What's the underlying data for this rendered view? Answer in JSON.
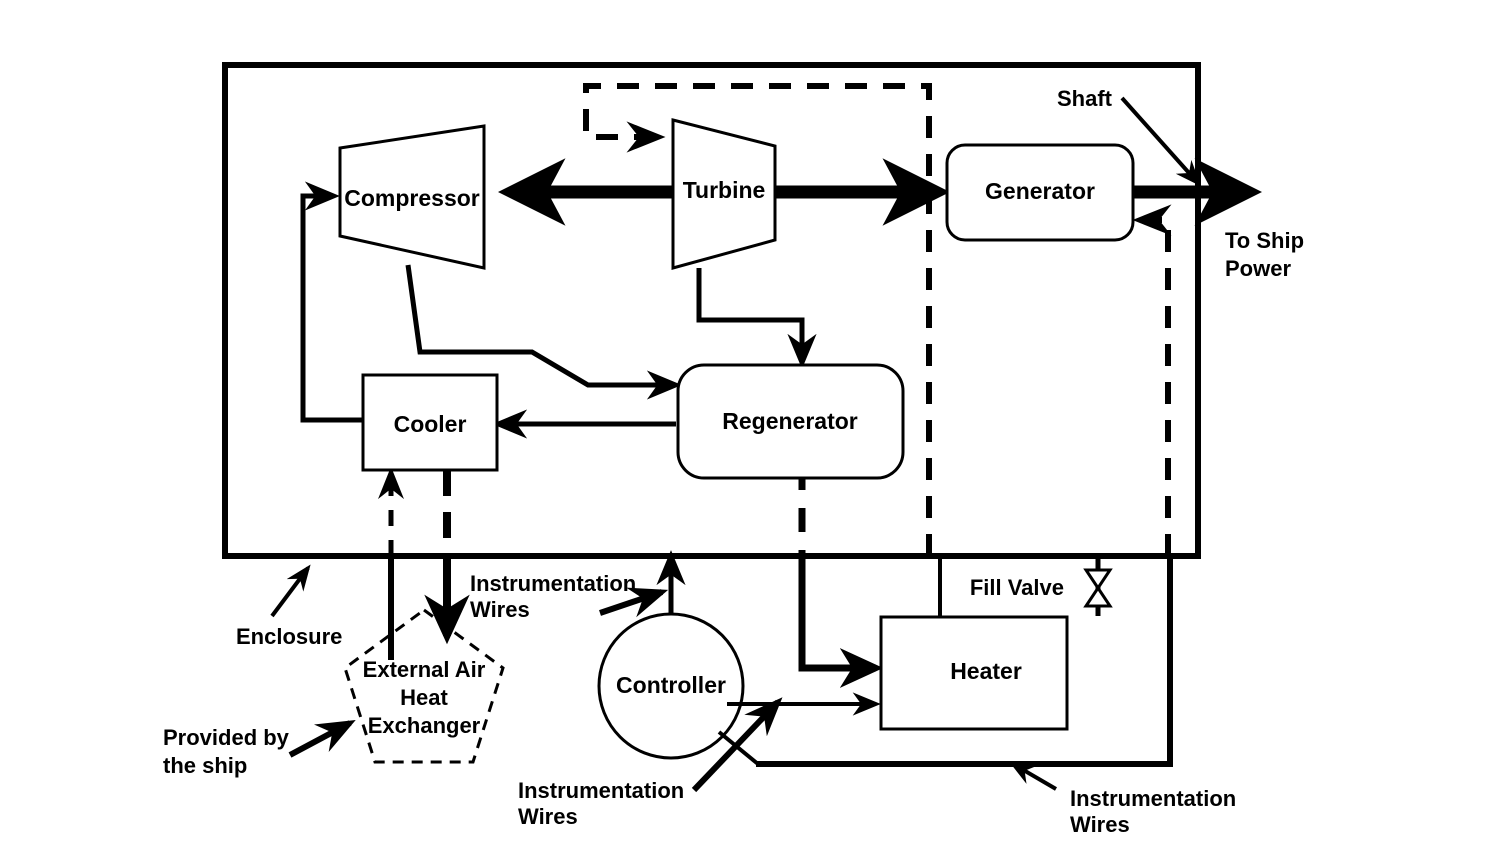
{
  "diagram": {
    "title": "Closed-cycle gas turbine power module block diagram",
    "colors": {
      "line": "#000000",
      "fill": "#ffffff",
      "background": "#ffffff"
    },
    "components": [
      {
        "id": "compressor",
        "label": "Compressor",
        "shape": "trapezoid"
      },
      {
        "id": "turbine",
        "label": "Turbine",
        "shape": "trapezoid"
      },
      {
        "id": "generator",
        "label": "Generator",
        "shape": "rounded-rect"
      },
      {
        "id": "cooler",
        "label": "Cooler",
        "shape": "rect"
      },
      {
        "id": "regenerator",
        "label": "Regenerator",
        "shape": "rounded-rect"
      },
      {
        "id": "heater",
        "label": "Heater",
        "shape": "rect"
      },
      {
        "id": "controller",
        "label": "Controller",
        "shape": "circle"
      },
      {
        "id": "external-air-heat-exchanger",
        "label": "External Air\nHeat\nExchanger",
        "shape": "pentagon-dashed"
      }
    ],
    "heat_exchanger_lines": [
      "External Air",
      "Heat",
      "Exchanger"
    ],
    "annotations": [
      {
        "id": "shaft",
        "label": "Shaft"
      },
      {
        "id": "to-ship-power",
        "lines": [
          "To Ship",
          "Power"
        ]
      },
      {
        "id": "enclosure",
        "label": "Enclosure"
      },
      {
        "id": "provided-by-the-ship",
        "lines": [
          "Provided by",
          "the ship"
        ]
      },
      {
        "id": "fill-valve",
        "label": "Fill Valve"
      },
      {
        "id": "instrumentation-wires-top",
        "lines": [
          "Instrumentation",
          "Wires"
        ]
      },
      {
        "id": "instrumentation-wires-controller",
        "lines": [
          "Instrumentation",
          "Wires"
        ]
      },
      {
        "id": "instrumentation-wires-bottom",
        "lines": [
          "Instrumentation",
          "Wires"
        ]
      }
    ],
    "labels": {
      "compressor": "Compressor",
      "turbine": "Turbine",
      "generator": "Generator",
      "cooler": "Cooler",
      "regenerator": "Regenerator",
      "heater": "Heater",
      "controller": "Controller",
      "hx_line1": "External Air",
      "hx_line2": "Heat",
      "hx_line3": "Exchanger",
      "shaft": "Shaft",
      "ship_power_1": "To Ship",
      "ship_power_2": "Power",
      "enclosure": "Enclosure",
      "provided_1": "Provided by",
      "provided_2": "the ship",
      "fill_valve": "Fill Valve",
      "instr_top_1": "Instrumentation",
      "instr_top_2": "Wires",
      "instr_ctrl_1": "Instrumentation",
      "instr_ctrl_2": "Wires",
      "instr_bot_1": "Instrumentation",
      "instr_bot_2": "Wires"
    }
  }
}
